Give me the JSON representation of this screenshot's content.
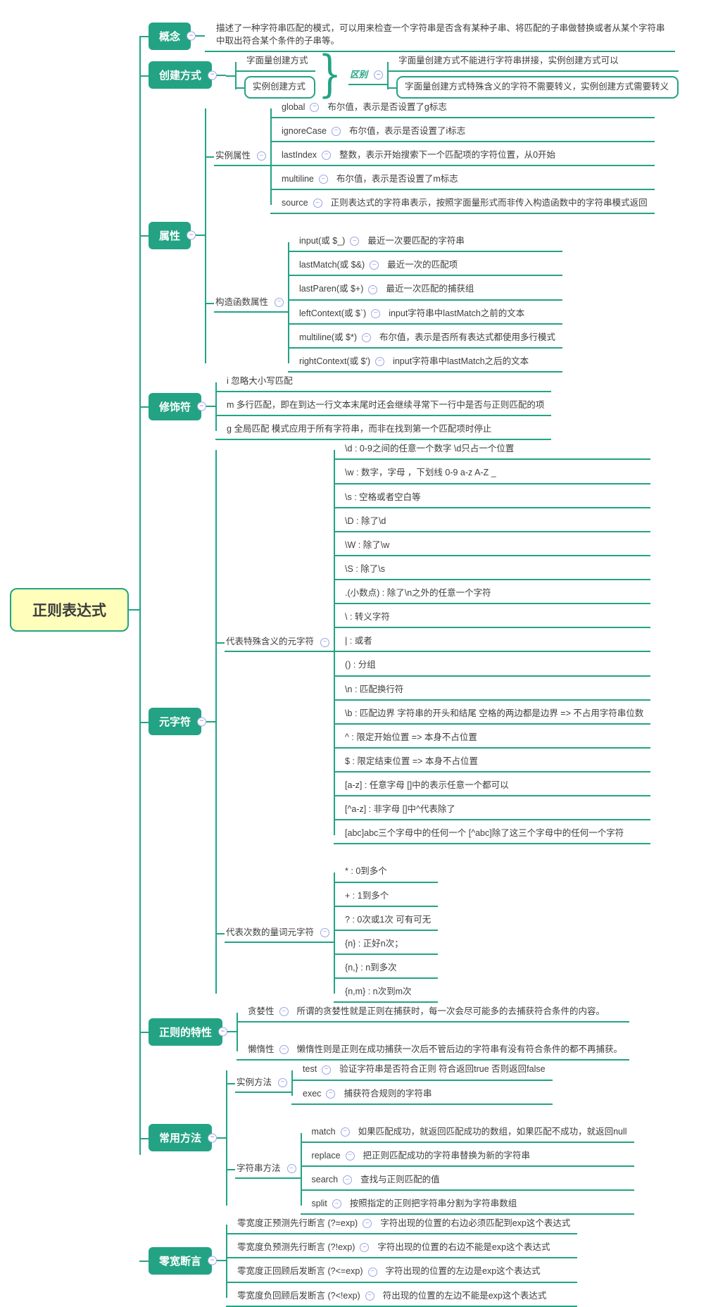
{
  "icons": {
    "collapse": "−"
  },
  "colors": {
    "teal": "#23a384",
    "root_bg": "#ffffbb",
    "icon_blue": "#9aa5e6",
    "text": "#3d3d3d"
  },
  "root": {
    "label": "正则表达式"
  },
  "tree": [
    {
      "kind": "topic",
      "name": "concept",
      "label": "概念",
      "children": [
        {
          "kind": "leaf",
          "name": "concept-text",
          "wrap": true,
          "text": "描述了一种字符串匹配的模式，可以用来检查一个字符串是否含有某种子串、将匹配的子串做替换或者从某个字符串中取出符合某个条件的子串等。"
        }
      ]
    },
    {
      "kind": "topic",
      "name": "creation-method",
      "label": "创建方式",
      "children": [
        {
          "kind": "composite",
          "name": "creation-composite",
          "stack": [
            {
              "kind": "leaf",
              "name": "creation-item",
              "text": "字面量创建方式"
            },
            {
              "kind": "leaf",
              "name": "creation-item",
              "text": "实例创建方式",
              "boxed": true
            }
          ],
          "brace": "}",
          "tail": {
            "kind": "group",
            "name": "difference",
            "label": "区别",
            "italic": true,
            "children": [
              {
                "kind": "leaf",
                "name": "difference-item",
                "text": "字面量创建方式不能进行字符串拼接，实例创建方式可以"
              },
              {
                "kind": "leaf",
                "name": "difference-item",
                "text": "字面量创建方式特殊含义的字符不需要转义，实例创建方式需要转义",
                "boxed": true
              }
            ]
          }
        }
      ]
    },
    {
      "kind": "topic",
      "name": "properties",
      "label": "属性",
      "wide_gap": true,
      "children": [
        {
          "kind": "group",
          "name": "instance-properties",
          "label": "实例属性",
          "children": [
            {
              "kind": "leaf",
              "name": "property-item",
              "term": "global",
              "desc": "布尔值，表示是否设置了g标志"
            },
            {
              "kind": "leaf",
              "name": "property-item",
              "term": "ignoreCase",
              "desc": "布尔值，表示是否设置了i标志"
            },
            {
              "kind": "leaf",
              "name": "property-item",
              "term": "lastIndex",
              "desc": "整数，表示开始搜索下一个匹配项的字符位置，从0开始"
            },
            {
              "kind": "leaf",
              "name": "property-item",
              "term": "multiline",
              "desc": "布尔值，表示是否设置了m标志"
            },
            {
              "kind": "leaf",
              "name": "property-item",
              "term": "source",
              "desc": "正则表达式的字符串表示，按照字面量形式而非传入构造函数中的字符串模式返回"
            }
          ]
        },
        {
          "kind": "group",
          "name": "constructor-properties",
          "label": "构造函数属性",
          "children": [
            {
              "kind": "leaf",
              "name": "ctor-property-item",
              "term": "input(或 $_)",
              "desc": "最近一次要匹配的字符串"
            },
            {
              "kind": "leaf",
              "name": "ctor-property-item",
              "term": "lastMatch(或 $&)",
              "desc": "最近一次的匹配项"
            },
            {
              "kind": "leaf",
              "name": "ctor-property-item",
              "term": "lastParen(或 $+)",
              "desc": "最近一次匹配的捕获组"
            },
            {
              "kind": "leaf",
              "name": "ctor-property-item",
              "term": "leftContext(或 $`)",
              "desc": "input字符串中lastMatch之前的文本"
            },
            {
              "kind": "leaf",
              "name": "ctor-property-item",
              "term": "multiline(或 $*)",
              "desc": "布尔值，表示是否所有表达式都使用多行模式"
            },
            {
              "kind": "leaf",
              "name": "ctor-property-item",
              "term": "rightContext(或 $')",
              "desc": "input字符串中lastMatch之后的文本"
            }
          ]
        }
      ]
    },
    {
      "kind": "topic",
      "name": "modifiers",
      "label": "修饰符",
      "children": [
        {
          "kind": "leaf",
          "name": "modifier-item",
          "text": "i 忽略大小写匹配"
        },
        {
          "kind": "leaf",
          "name": "modifier-item",
          "text": "m 多行匹配，即在到达一行文本末尾时还会继续寻常下一行中是否与正则匹配的项"
        },
        {
          "kind": "leaf",
          "name": "modifier-item",
          "text": "g 全局匹配 模式应用于所有字符串，而非在找到第一个匹配项时停止"
        }
      ]
    },
    {
      "kind": "topic",
      "name": "metacharacters",
      "label": "元字符",
      "wide_gap": true,
      "children": [
        {
          "kind": "group",
          "name": "special-metacharacters",
          "label": "代表特殊含义的元字符",
          "children": [
            {
              "kind": "leaf",
              "name": "metachar-item",
              "text": "\\d : 0-9之间的任意一个数字  \\d只占一个位置"
            },
            {
              "kind": "leaf",
              "name": "metachar-item",
              "text": "\\w : 数字，字母 ，下划线 0-9 a-z A-Z _"
            },
            {
              "kind": "leaf",
              "name": "metachar-item",
              "text": "\\s : 空格或者空白等"
            },
            {
              "kind": "leaf",
              "name": "metachar-item",
              "text": "\\D : 除了\\d"
            },
            {
              "kind": "leaf",
              "name": "metachar-item",
              "text": "\\W : 除了\\w"
            },
            {
              "kind": "leaf",
              "name": "metachar-item",
              "text": "\\S : 除了\\s"
            },
            {
              "kind": "leaf",
              "name": "metachar-item",
              "text": ".(小数点) : 除了\\n之外的任意一个字符"
            },
            {
              "kind": "leaf",
              "name": "metachar-item",
              "text": "\\ : 转义字符"
            },
            {
              "kind": "leaf",
              "name": "metachar-item",
              "text": "| : 或者"
            },
            {
              "kind": "leaf",
              "name": "metachar-item",
              "text": "() : 分组"
            },
            {
              "kind": "leaf",
              "name": "metachar-item",
              "text": "\\n : 匹配换行符"
            },
            {
              "kind": "leaf",
              "name": "metachar-item",
              "text": "\\b : 匹配边界 字符串的开头和结尾 空格的两边都是边界 => 不占用字符串位数"
            },
            {
              "kind": "leaf",
              "name": "metachar-item",
              "text": "^ : 限定开始位置 => 本身不占位置"
            },
            {
              "kind": "leaf",
              "name": "metachar-item",
              "text": "$ : 限定结束位置 => 本身不占位置"
            },
            {
              "kind": "leaf",
              "name": "metachar-item",
              "text": "[a-z] : 任意字母 []中的表示任意一个都可以"
            },
            {
              "kind": "leaf",
              "name": "metachar-item",
              "text": "[^a-z] : 非字母 []中^代表除了"
            },
            {
              "kind": "leaf",
              "name": "metachar-item",
              "text": "[abc]abc三个字母中的任何一个 [^abc]除了这三个字母中的任何一个字符"
            }
          ]
        },
        {
          "kind": "group",
          "name": "quantifier-metacharacters",
          "label": "代表次数的量词元字符",
          "children": [
            {
              "kind": "leaf",
              "name": "quantifier-item",
              "text": "* : 0到多个"
            },
            {
              "kind": "leaf",
              "name": "quantifier-item",
              "text": "+ : 1到多个"
            },
            {
              "kind": "leaf",
              "name": "quantifier-item",
              "text": "? : 0次或1次 可有可无"
            },
            {
              "kind": "leaf",
              "name": "quantifier-item",
              "text": "{n} : 正好n次；"
            },
            {
              "kind": "leaf",
              "name": "quantifier-item",
              "text": "{n,} : n到多次"
            },
            {
              "kind": "leaf",
              "name": "quantifier-item",
              "text": "{n,m} : n次到m次"
            }
          ]
        }
      ]
    },
    {
      "kind": "topic",
      "name": "regex-traits",
      "label": "正则的特性",
      "wide_gap": true,
      "children": [
        {
          "kind": "leaf",
          "name": "trait-item",
          "term": "贪婪性",
          "desc": "所谓的贪婪性就是正则在捕获时，每一次会尽可能多的去捕获符合条件的内容。"
        },
        {
          "kind": "leaf",
          "name": "trait-item",
          "term": "懒惰性",
          "desc": "懒惰性则是正则在成功捕获一次后不管后边的字符串有没有符合条件的都不再捕获。"
        }
      ]
    },
    {
      "kind": "topic",
      "name": "common-methods",
      "label": "常用方法",
      "wide_gap": true,
      "children": [
        {
          "kind": "group",
          "name": "instance-methods",
          "label": "实例方法",
          "children": [
            {
              "kind": "leaf",
              "name": "method-item",
              "term": "test",
              "desc": "验证字符串是否符合正则 符合返回true 否则返回false"
            },
            {
              "kind": "leaf",
              "name": "method-item",
              "term": "exec",
              "desc": "捕获符合规则的字符串"
            }
          ]
        },
        {
          "kind": "group",
          "name": "string-methods",
          "label": "字符串方法",
          "children": [
            {
              "kind": "leaf",
              "name": "method-item",
              "term": "match",
              "desc": "如果匹配成功，就返回匹配成功的数组，如果匹配不成功，就返回null"
            },
            {
              "kind": "leaf",
              "name": "method-item",
              "term": "replace",
              "desc": "把正则匹配成功的字符串替换为新的字符串"
            },
            {
              "kind": "leaf",
              "name": "method-item",
              "term": "search",
              "desc": "查找与正则匹配的值"
            },
            {
              "kind": "leaf",
              "name": "method-item",
              "term": "split",
              "desc": "按照指定的正则把字符串分割为字符串数组"
            }
          ]
        }
      ]
    },
    {
      "kind": "topic",
      "name": "zero-width-assertion",
      "label": "零宽断言",
      "children": [
        {
          "kind": "leaf",
          "name": "assertion-item",
          "term": "零宽度正预测先行断言 (?=exp)",
          "desc": "字符出现的位置的右边必须匹配到exp这个表达式"
        },
        {
          "kind": "leaf",
          "name": "assertion-item",
          "term": "零宽度负预测先行断言 (?!exp)",
          "desc": "字符出现的位置的右边不能是exp这个表达式"
        },
        {
          "kind": "leaf",
          "name": "assertion-item",
          "term": "零宽度正回顾后发断言 (?<=exp)",
          "desc": "字符出现的位置的左边是exp这个表达式"
        },
        {
          "kind": "leaf",
          "name": "assertion-item",
          "term": "零宽度负回顾后发断言 (?<!exp)",
          "desc": "符出现的位置的左边不能是exp这个表达式"
        }
      ]
    }
  ]
}
